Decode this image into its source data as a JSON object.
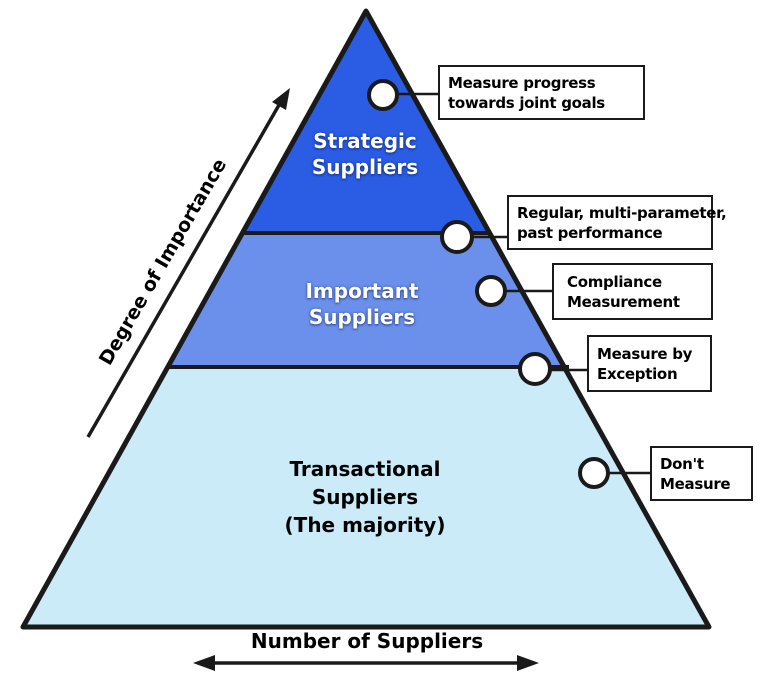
{
  "diagram": {
    "type": "pyramid",
    "tiers": [
      {
        "id": "strategic",
        "label": "Strategic\nSuppliers",
        "color": "#2a5ce4",
        "text_color": "#ffffff"
      },
      {
        "id": "important",
        "label": "Important\nSuppliers",
        "color": "#6b90eb",
        "text_color": "#ffffff"
      },
      {
        "id": "transactional",
        "label": "Transactional\nSuppliers\n(The majority)",
        "color": "#cbebf9",
        "text_color": "#000000"
      }
    ],
    "callouts": [
      {
        "label": "Measure progress\ntowards joint goals"
      },
      {
        "label": "Regular, multi-parameter,\npast performance"
      },
      {
        "label": "Compliance\nMeasurement"
      },
      {
        "label": "Measure by\nException"
      },
      {
        "label": "Don't\nMeasure"
      }
    ],
    "y_axis_label": "Degree of Importance",
    "x_axis_label": "Number of Suppliers",
    "outline_color": "#1a1a1a"
  }
}
